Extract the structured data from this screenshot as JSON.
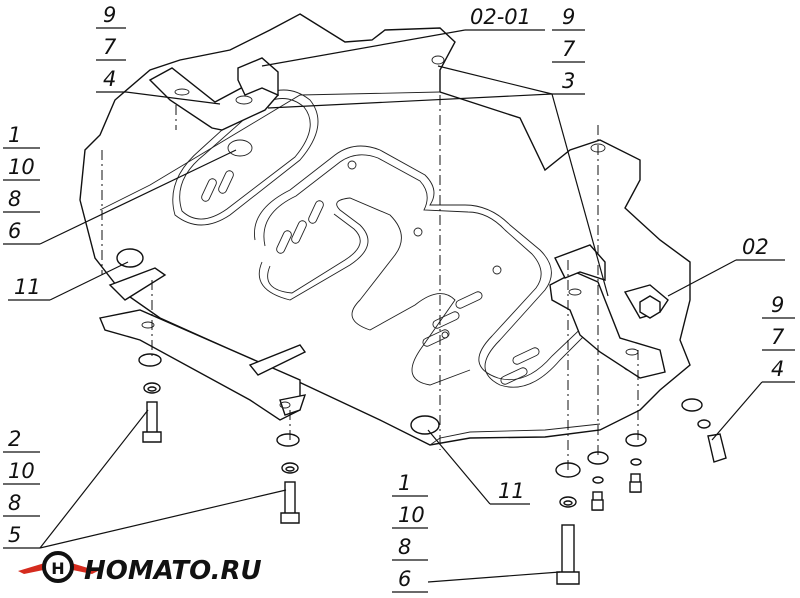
{
  "diagram": {
    "callouts": {
      "top_left": [
        "9",
        "7",
        "4"
      ],
      "top_center": "02-01",
      "top_right": [
        "9",
        "7",
        "3"
      ],
      "left": [
        "1",
        "10",
        "8",
        "6"
      ],
      "left_lower": "11",
      "right": "02",
      "far_right": [
        "9",
        "7",
        "4"
      ],
      "bottom_left": [
        "2",
        "10",
        "8",
        "5"
      ],
      "bottom_center_stack": [
        "1",
        "10",
        "8",
        "6"
      ],
      "bottom_center": "11"
    }
  },
  "brand": {
    "name": "HOMATO.RU",
    "colors": {
      "wing": "#d52b1e",
      "ring": "#111111"
    }
  }
}
